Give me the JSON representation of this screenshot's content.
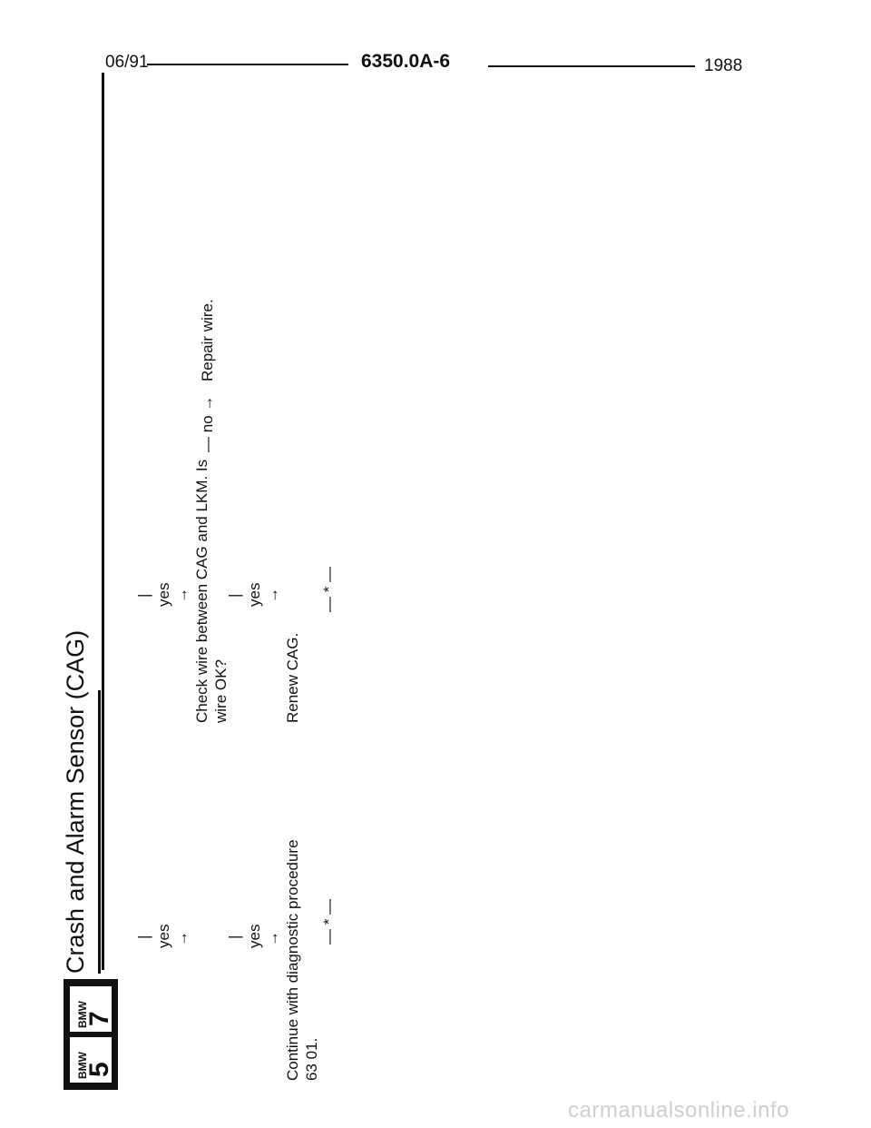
{
  "header": {
    "date": "06/91",
    "code": "6350.0A-6",
    "year": "1988"
  },
  "title": "Crash and Alarm Sensor (CAG)",
  "logos": [
    {
      "brand": "BMW",
      "series": "7"
    },
    {
      "brand": "BMW",
      "series": "5"
    }
  ],
  "flow": {
    "bar": "|",
    "yes": "yes",
    "down_arrow": "→",
    "left_col": {
      "continue_line1": "Continue with diagnostic procedure",
      "continue_line2": "63 01.",
      "end_marker": "— * —"
    },
    "right_col": {
      "check_line1": "Check wire between CAG and LKM. Is",
      "check_line2": "wire OK?",
      "no_branch": "— no →",
      "no_result": "Repair wire.",
      "renew": "Renew CAG.",
      "end_marker": "— * —"
    }
  },
  "watermark": "carmanualsonline.info"
}
